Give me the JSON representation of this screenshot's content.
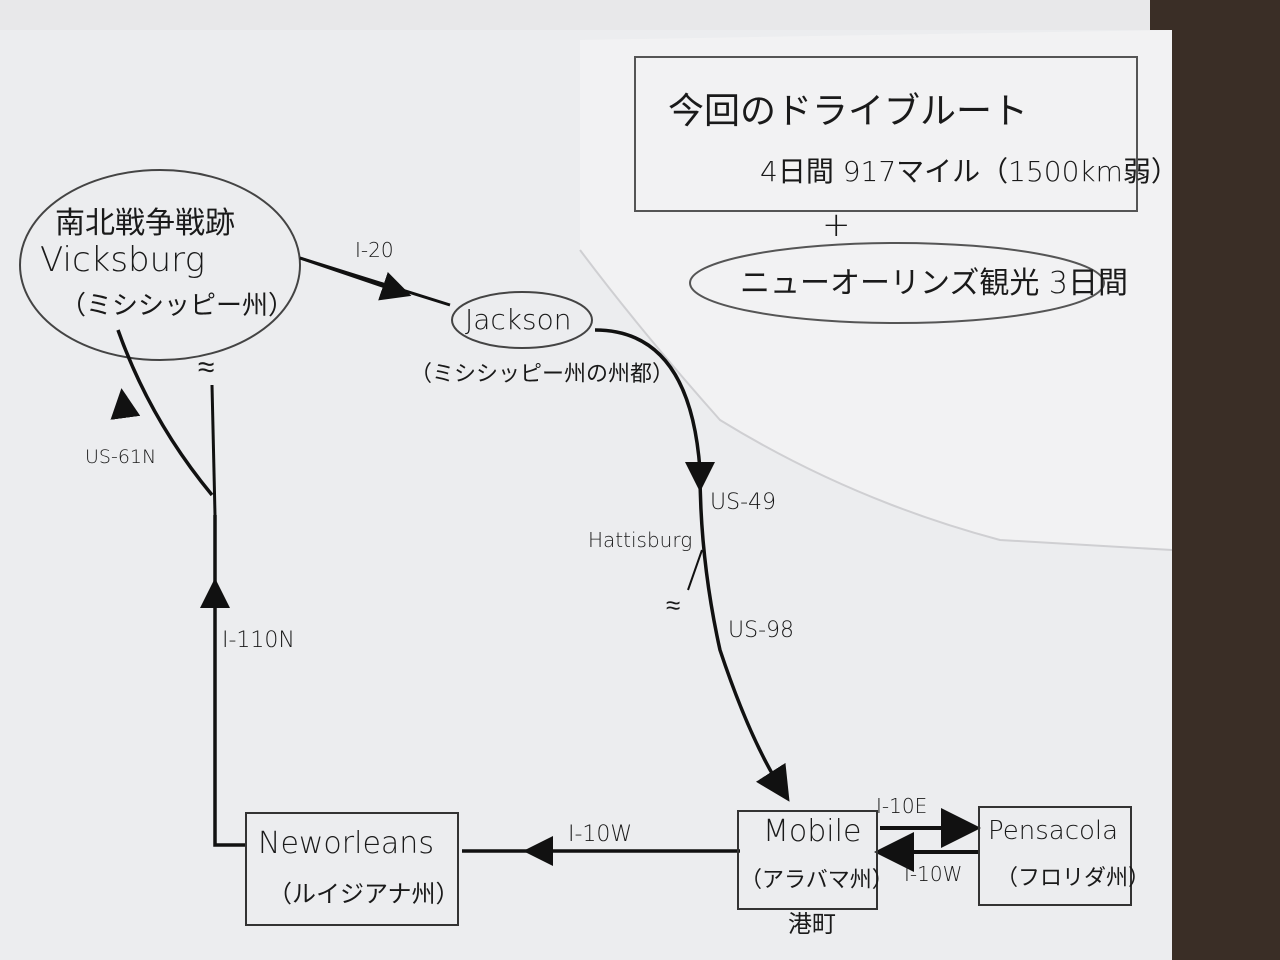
{
  "title_box": {
    "title": "今回のドライブルート",
    "subtitle": "4日間 917マイル（1500km弱）"
  },
  "plus": "+",
  "extra": "ニューオーリンズ観光 3日間",
  "nodes": {
    "vicksburg": {
      "line1": "南北戦争戦跡",
      "line2": "Vicksburg",
      "line3": "（ミシシッピー州）"
    },
    "jackson": {
      "name": "Jackson",
      "note": "（ミシシッピー州の州都）"
    },
    "hattisburg": {
      "name": "Hattisburg"
    },
    "mobile": {
      "name": "Mobile",
      "state": "（アラバマ州）",
      "note": "港町"
    },
    "pensacola": {
      "name": "Pensacola",
      "state": "（フロリダ州）"
    },
    "neworleans": {
      "name": "Neworleans",
      "state": "（ルイジアナ州）"
    }
  },
  "routes": {
    "i20": "I-20",
    "us61n": "US-61N",
    "i110n": "I-110N",
    "us49": "US-49",
    "us98": "US-98",
    "i10w_left": "I-10W",
    "i10e": "I-10E",
    "i10w_right": "I-10W"
  },
  "break_mark": "≈"
}
